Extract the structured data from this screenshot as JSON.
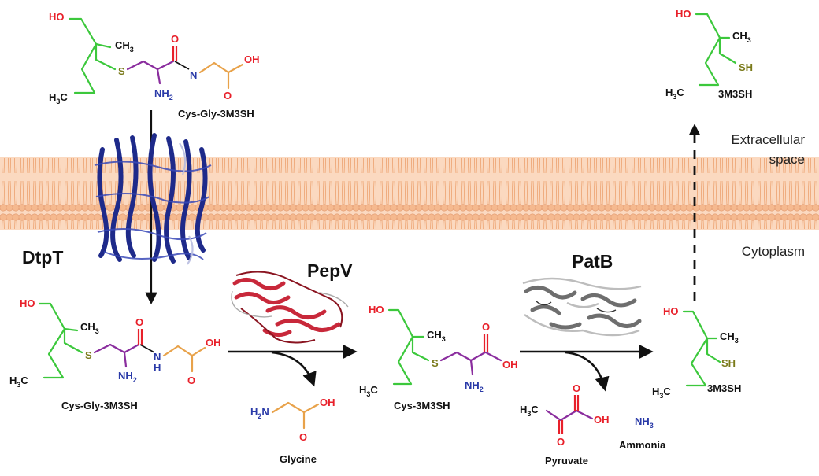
{
  "colors": {
    "membrane": "#f5b98f",
    "membrane_line": "#e0956a",
    "hydroxyl": "#e8202a",
    "carbon_chain": "#3cc83c",
    "sulfur": "#7a7a1a",
    "cysteine": "#8a2d9e",
    "glycine": "#e8a24a",
    "nitrogen": "#2a3aa8",
    "dtpt_protein": "#1e2a8a",
    "pepv_protein": "#c8283a",
    "patb_protein": "#6e6e6e"
  },
  "proteins": {
    "dtpt": "DtpT",
    "pepv": "PepV",
    "patb": "PatB"
  },
  "regions": {
    "extracellular_line1": "Extracellular",
    "extracellular_line2": "space",
    "cytoplasm": "Cytoplasm"
  },
  "labels": {
    "cysgly_top": "Cys-Gly-3M3SH",
    "cysgly_bottom": "Cys-Gly-3M3SH",
    "cys": "Cys-3M3SH",
    "thiol_out": "3M3SH",
    "thiol_in": "3M3SH",
    "glycine": "Glycine",
    "pyruvate": "Pyruvate",
    "ammonia": "Ammonia"
  },
  "atoms": {
    "ho": "HO",
    "ch3": "CH",
    "ch3_sub": "3",
    "h3c_h": "H",
    "h3c_sub": "3",
    "h3c_c": "C",
    "s": "S",
    "sh": "SH",
    "nh2": "NH",
    "nh2_sub": "2",
    "h2n_h": "H",
    "h2n_sub": "2",
    "h2n_n": "N",
    "n": "N",
    "h": "H",
    "o": "O",
    "oh": "OH",
    "nh3": "NH",
    "nh3_sub": "3",
    "pyr_h3c": "H",
    "pyr_sub": "3",
    "pyr_c": "C"
  }
}
